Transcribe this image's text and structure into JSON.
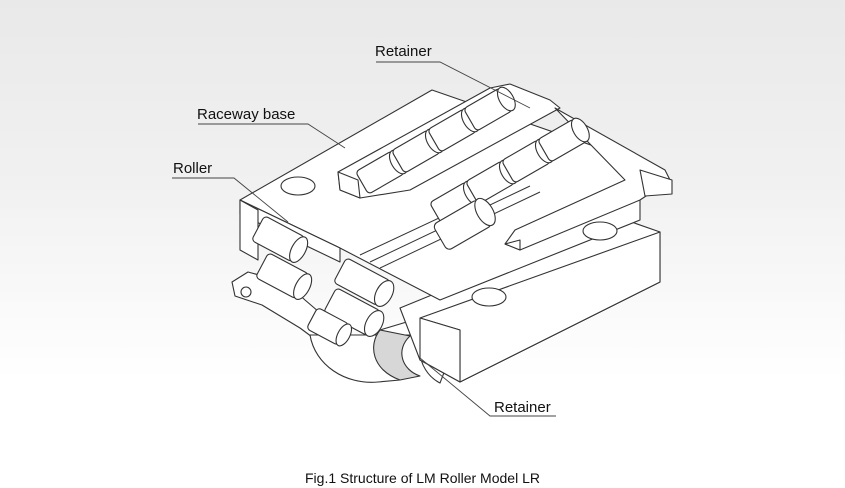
{
  "labels": {
    "retainer_top": "Retainer",
    "raceway_base": "Raceway base",
    "roller": "Roller",
    "retainer_bottom": "Retainer"
  },
  "caption": "Fig.1 Structure of LM Roller Model LR"
}
